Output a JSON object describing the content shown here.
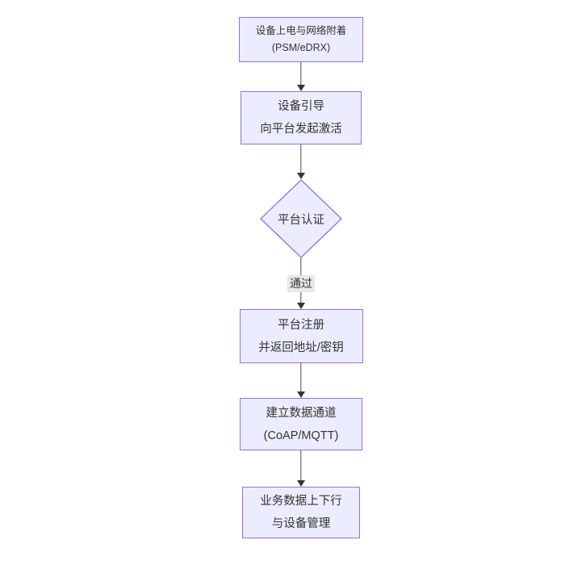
{
  "diagram": {
    "type": "flowchart",
    "direction": "top-down",
    "colors": {
      "background": "#FFFFFF",
      "node_fill": "#ECECFF",
      "node_border": "#9370DB",
      "edge": "#333333",
      "text": "#333333",
      "edge_label_bg": "#E8E8E8"
    },
    "nodes": [
      {
        "id": "A",
        "shape": "rect",
        "lines": [
          "设备上电与网络附着",
          "(PSM/eDRX)"
        ]
      },
      {
        "id": "B",
        "shape": "rect",
        "lines": [
          "设备引导",
          "向平台发起激活"
        ]
      },
      {
        "id": "C",
        "shape": "diamond",
        "lines": [
          "平台认证"
        ]
      },
      {
        "id": "D",
        "shape": "rect",
        "lines": [
          "平台注册",
          "并返回地址/密钥"
        ]
      },
      {
        "id": "E",
        "shape": "rect",
        "lines": [
          "建立数据通道",
          "(CoAP/MQTT)"
        ]
      },
      {
        "id": "F",
        "shape": "rect",
        "lines": [
          "业务数据上下行",
          "与设备管理"
        ]
      }
    ],
    "edges": [
      {
        "from": "A",
        "to": "B",
        "label": ""
      },
      {
        "from": "B",
        "to": "C",
        "label": ""
      },
      {
        "from": "C",
        "to": "D",
        "label": "通过"
      },
      {
        "from": "D",
        "to": "E",
        "label": ""
      },
      {
        "from": "E",
        "to": "F",
        "label": ""
      }
    ]
  }
}
